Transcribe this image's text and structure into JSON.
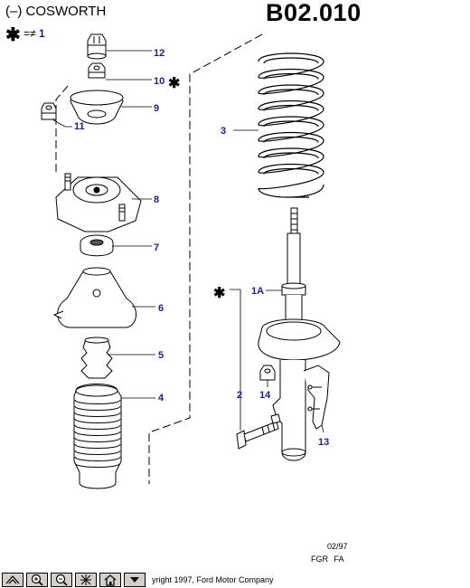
{
  "header": {
    "title_left": "(–) COSWORTH",
    "title_right": "B02.010"
  },
  "note": {
    "star": "✱",
    "text": "=≠",
    "ref": "1"
  },
  "callouts": [
    {
      "id": "12",
      "label": "12"
    },
    {
      "id": "10",
      "label": "10",
      "star": "✱"
    },
    {
      "id": "9",
      "label": "9"
    },
    {
      "id": "11",
      "label": "11"
    },
    {
      "id": "8",
      "label": "8"
    },
    {
      "id": "7",
      "label": "7"
    },
    {
      "id": "6",
      "label": "6"
    },
    {
      "id": "5",
      "label": "5"
    },
    {
      "id": "4",
      "label": "4"
    },
    {
      "id": "3",
      "label": "3"
    },
    {
      "id": "1A",
      "label": "1A",
      "star": "✱"
    },
    {
      "id": "2",
      "label": "2"
    },
    {
      "id": "14",
      "label": "14"
    },
    {
      "id": "13",
      "label": "13"
    }
  ],
  "footer": {
    "date": "02/97",
    "codes": "FGR FA"
  },
  "toolbar": {
    "buttons": [
      {
        "name": "pan-tool-button",
        "icon": "pan-icon"
      },
      {
        "name": "zoom-in-button",
        "icon": "zoom-in-icon"
      },
      {
        "name": "zoom-out-button",
        "icon": "zoom-out-icon"
      },
      {
        "name": "fit-button",
        "icon": "fit-icon"
      },
      {
        "name": "home-button",
        "icon": "home-icon"
      },
      {
        "name": "menu-button",
        "icon": "triangle-down-icon"
      }
    ],
    "copyright": "yright 1997, Ford Motor Company"
  },
  "colors": {
    "callout": "#1a1aa8",
    "line": "#000000",
    "button_face": "#d4d0c8"
  }
}
